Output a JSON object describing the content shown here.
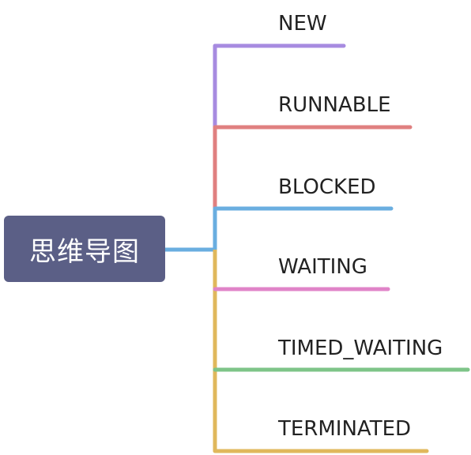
{
  "root": {
    "label": "思维导图",
    "color": "#5b5f86"
  },
  "branches": [
    {
      "label": "NEW",
      "color": "#a78be0"
    },
    {
      "label": "RUNNABLE",
      "color": "#e08080"
    },
    {
      "label": "BLOCKED",
      "color": "#6aaee0"
    },
    {
      "label": "WAITING",
      "color": "#e084c8"
    },
    {
      "label": "TIMED_WAITING",
      "color": "#7ec488"
    },
    {
      "label": "TERMINATED",
      "color": "#e0b85c"
    }
  ],
  "connector_color": "#6aaee0"
}
